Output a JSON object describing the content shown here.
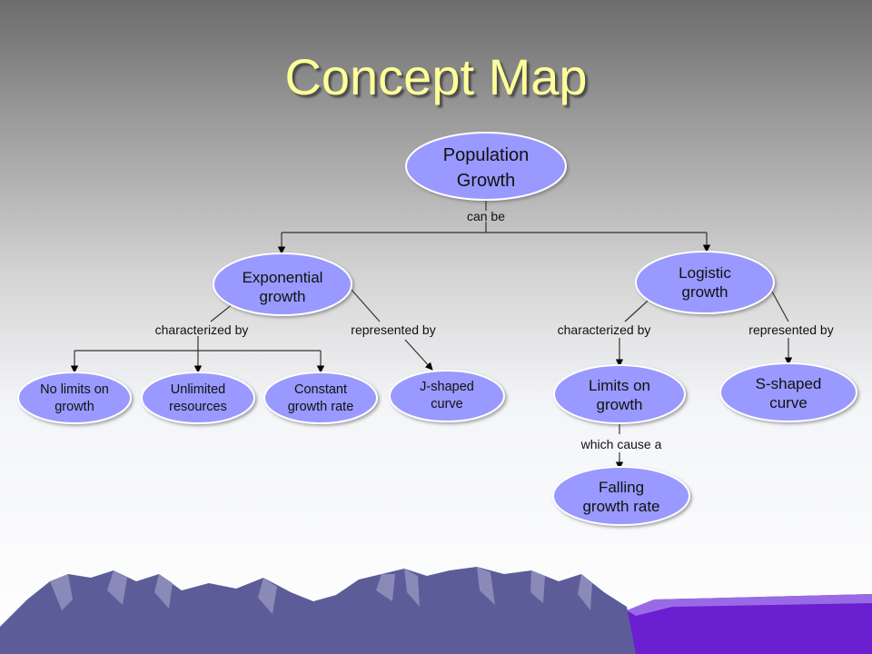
{
  "slide": {
    "title": "Concept Map"
  },
  "colors": {
    "node_fill": "#9999ff",
    "node_stroke": "#ffffff",
    "title": "#ffff99",
    "mountain_dark": "#5c5c99",
    "mountain_light": "#8a8ab8",
    "band_purple": "#6a1fd0"
  },
  "nodes": {
    "population_growth": {
      "line1": "Population",
      "line2": "Growth"
    },
    "exponential_growth": {
      "line1": "Exponential",
      "line2": "growth"
    },
    "logistic_growth": {
      "line1": "Logistic",
      "line2": "growth"
    },
    "no_limits": {
      "line1": "No limits on",
      "line2": "growth"
    },
    "unlimited_resources": {
      "line1": "Unlimited",
      "line2": "resources"
    },
    "constant_rate": {
      "line1": "Constant",
      "line2": "growth rate"
    },
    "j_curve": {
      "line1": "J-shaped",
      "line2": "curve"
    },
    "limits": {
      "line1": "Limits on",
      "line2": "growth"
    },
    "s_curve": {
      "line1": "S-shaped",
      "line2": "curve"
    },
    "falling_rate": {
      "line1": "Falling",
      "line2": "growth rate"
    }
  },
  "links": {
    "can_be": "can be",
    "exp_characterized": "characterized by",
    "exp_represented": "represented by",
    "log_characterized": "characterized by",
    "log_represented": "represented by",
    "which_cause": "which cause a"
  }
}
